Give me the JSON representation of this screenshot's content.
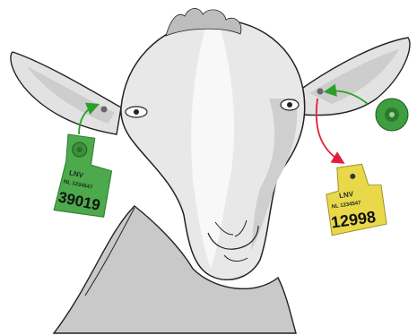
{
  "diagram": {
    "subject": "goat-head",
    "colors": {
      "skin": "#e6e6e6",
      "shadow": "#c8c8c8",
      "outline": "#222222",
      "green_arrow": "#2aa02a",
      "red_arrow": "#e0203a",
      "green_tag": "#4caa4c",
      "yellow_tag": "#e8d84a"
    },
    "left_tag": {
      "line1": "LNV",
      "line2": "NL 1234547",
      "number": "39019"
    },
    "right_tag": {
      "line1": "LNV",
      "line2": "NL 1234547",
      "number": "12998"
    },
    "button_tag": {
      "icon": "rfid-button-tag-icon"
    }
  }
}
